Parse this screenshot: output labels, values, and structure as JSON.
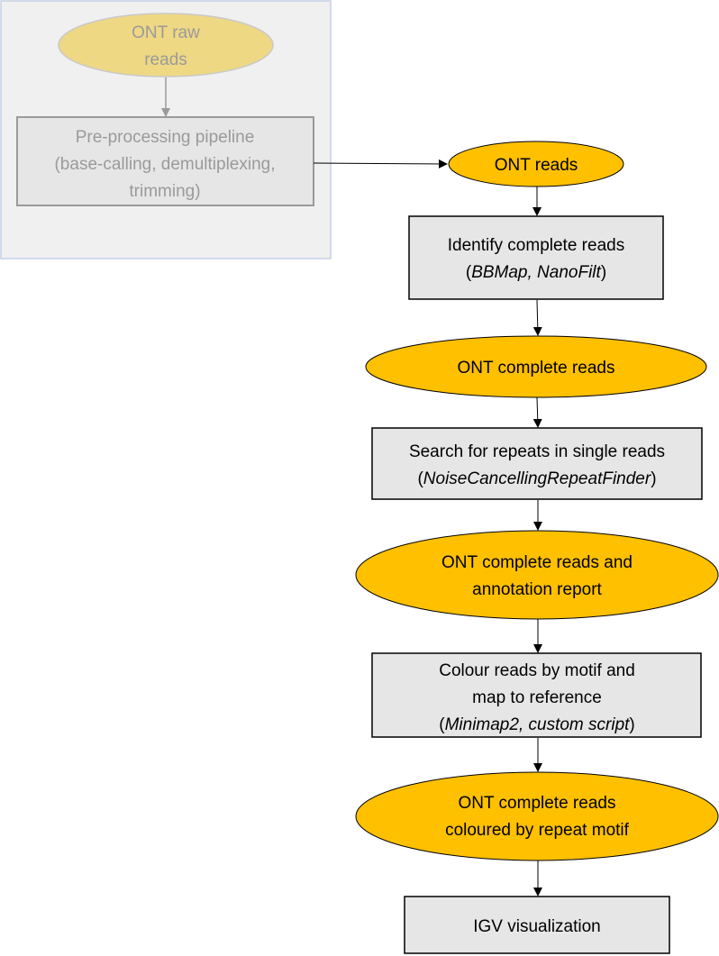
{
  "preprocessing_group": {
    "raw_reads": [
      "ONT raw",
      "reads"
    ],
    "pipeline": [
      "Pre-processing pipeline",
      "(base-calling, demultiplexing,",
      "trimming)"
    ]
  },
  "flow": {
    "ont_reads": "ONT reads",
    "identify": {
      "line1": "Identify complete reads",
      "tools_open": "(",
      "tools": "BBMap, NanoFilt",
      "tools_close": ")"
    },
    "complete_reads": "ONT complete reads",
    "search": {
      "line1": "Search for repeats in single reads",
      "tools_open": "(",
      "tools": "NoiseCancellingRepeatFinder",
      "tools_close": ")"
    },
    "annotated": [
      "ONT complete reads and",
      "annotation report"
    ],
    "colour": {
      "line1": "Colour reads by motif and",
      "line2": "map to reference",
      "tools_open": "(",
      "tools": "Minimap2, custom script",
      "tools_close": ")"
    },
    "coloured": [
      "ONT complete reads",
      "coloured by repeat motif"
    ],
    "igv": "IGV visualization"
  },
  "colors": {
    "ellipse_fill": "#FFC000",
    "ellipse_fill_faded": "#EED884",
    "box_fill": "#E6E6E6",
    "group_bg": "#F0F0F0",
    "group_border": "#C5D0E6",
    "faded_text": "#9A9A9A"
  }
}
